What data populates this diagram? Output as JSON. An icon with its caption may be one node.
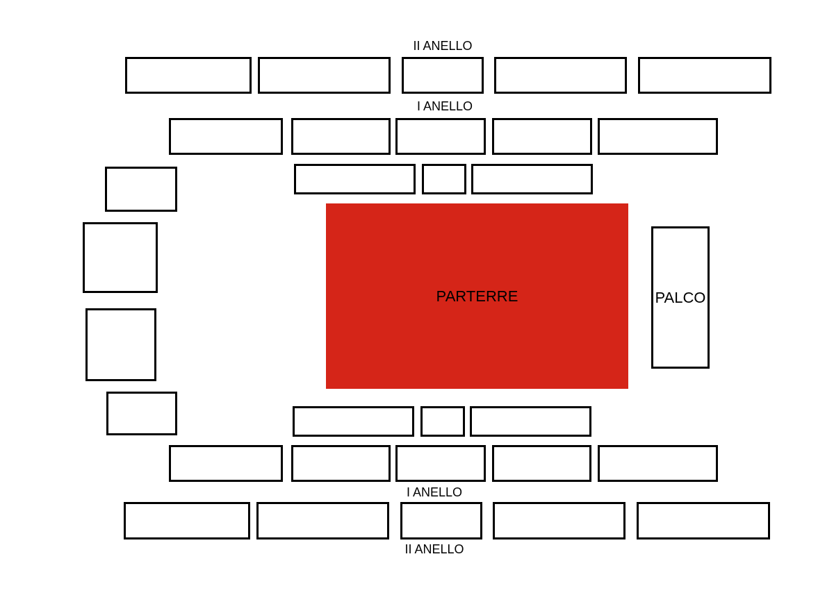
{
  "diagram": {
    "nodes": [
      {
        "text": [],
        "shape": "box"
      },
      {
        "text": [],
        "shape": "box"
      },
      {
        "text": [],
        "shape": "box"
      },
      {
        "text": [],
        "shape": "box"
      },
      {
        "text": [],
        "shape": "box"
      },
      {
        "text": [],
        "shape": "box"
      },
      {
        "text": [],
        "shape": "box"
      },
      {
        "text": [],
        "shape": "box"
      },
      {
        "text": [],
        "shape": "box"
      },
      {
        "text": [],
        "shape": "box"
      },
      {
        "text": [],
        "shape": "box"
      },
      {
        "text": [],
        "shape": "box"
      },
      {
        "text": [],
        "shape": "box"
      },
      {
        "text": [],
        "shape": "box"
      },
      {
        "text": [
          "PARTERRE"
        ]
      },
      {
        "text": [],
        "shape": "box"
      },
      {
        "text": [
          "PALCO"
        ]
      },
      {
        "text": [],
        "shape": "box"
      },
      {
        "text": [],
        "shape": "box"
      },
      {
        "text": [],
        "shape": "box"
      },
      {
        "text": [],
        "shape": "box"
      },
      {
        "text": [],
        "shape": "box"
      },
      {
        "text": [],
        "shape": "box"
      },
      {
        "text": [],
        "shape": "box"
      },
      {
        "text": [],
        "shape": "box"
      },
      {
        "text": [],
        "shape": "box"
      },
      {
        "text": [],
        "shape": "box"
      },
      {
        "text": [],
        "shape": "box"
      },
      {
        "text": [],
        "shape": "box"
      },
      {
        "text": [],
        "shape": "box"
      },
      {
        "text": [],
        "shape": "box"
      },
      {
        "text": [],
        "shape": "box"
      }
    ],
    "edges": [],
    "labels": [
      "II ANELLO",
      "I ANELLO",
      "I ANELLO",
      "II ANELLO"
    ]
  }
}
